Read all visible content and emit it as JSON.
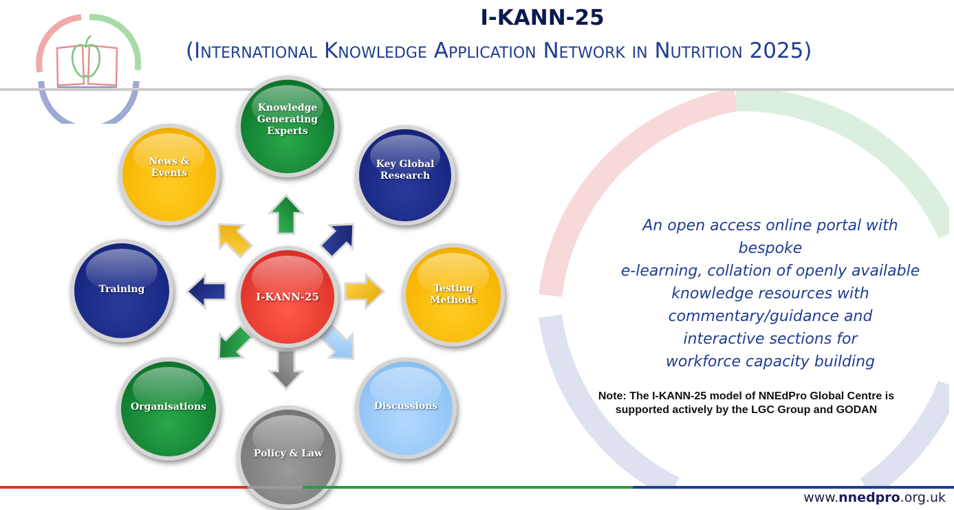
{
  "header": {
    "title": "I-KANN-25",
    "subtitle": "(International Knowledge Application Network in Nutrition 2025)"
  },
  "diagram": {
    "center": {
      "label": "I-KANN-25",
      "color": "#e0332a"
    },
    "nodes": [
      {
        "id": "knowledge-generating-experts",
        "label": "Knowledge\nGenerating\nExperts",
        "color": "green"
      },
      {
        "id": "key-global-research",
        "label": "Key Global\nResearch",
        "color": "navy"
      },
      {
        "id": "testing-methods",
        "label": "Testing\nMethods",
        "color": "yellow"
      },
      {
        "id": "discussions",
        "label": "Discussions",
        "color": "light-blue"
      },
      {
        "id": "policy-and-law",
        "label": "Policy & Law",
        "color": "grey"
      },
      {
        "id": "organisations",
        "label": "Organisations",
        "color": "green"
      },
      {
        "id": "training",
        "label": "Training",
        "color": "navy"
      },
      {
        "id": "news-and-events",
        "label": "News &\nEvents",
        "color": "yellow"
      }
    ]
  },
  "description": "An open access online portal with bespoke\ne-learning, collation of openly available\nknowledge resources with\ncommentary/guidance and\ninteractive sections for\nworkforce capacity building",
  "note": "Note: The I-KANN-25 model of NNEdPro Global Centre is\nsupported actively by the LGC Group and GODAN",
  "footer": {
    "website_prefix": "www.",
    "website_bold": "nnedpro",
    "website_suffix": ".org.uk"
  },
  "colors": {
    "green": "#0f7a2f",
    "navy": "#172680",
    "yellow": "#f7b500",
    "red": "#e0332a",
    "light_blue": "#8fc3f5",
    "grey": "#7a7a7a",
    "title_navy": "#0b1a4f",
    "accent_blue": "#1f3d91"
  },
  "icons": {
    "logo": "book-apple-logo-icon"
  }
}
